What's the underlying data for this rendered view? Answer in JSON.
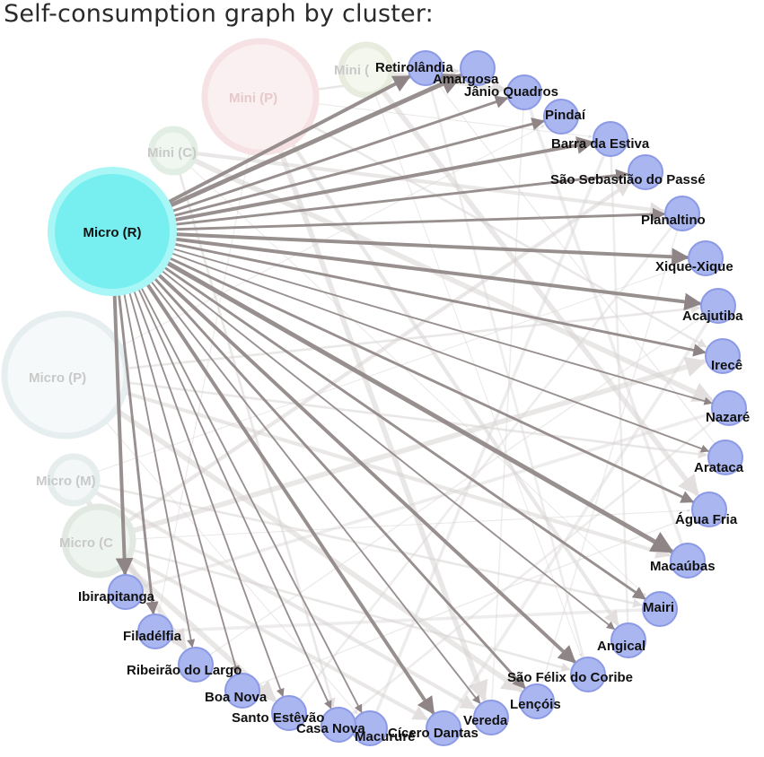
{
  "title": "Self-consumption graph by cluster:",
  "colors": {
    "hub_fill": "#77eff0",
    "hub_stroke": "#a9f6f6",
    "node_fill": "#aab6f0",
    "node_stroke": "#8c9ae6",
    "edge": "#8f8586",
    "edge_faint": "#d9d4d4",
    "label": "#111111"
  },
  "hub": {
    "label": "Micro (R)"
  },
  "faded_clusters": [
    {
      "id": "mini-p",
      "label": "Mini (P)"
    },
    {
      "id": "mini-top",
      "label": "Mini ("
    },
    {
      "id": "mini-c",
      "label": "Mini (C)"
    },
    {
      "id": "micro-p",
      "label": "Micro (P)"
    },
    {
      "id": "micro-m",
      "label": "Micro (M)"
    },
    {
      "id": "micro-c",
      "label": "Micro (C"
    }
  ],
  "municipalities": [
    {
      "label": "Retirolândia",
      "weight": 3
    },
    {
      "label": "Amargosa",
      "weight": 4
    },
    {
      "label": "Jânio Quadros",
      "weight": 2
    },
    {
      "label": "Pindaí",
      "weight": 2
    },
    {
      "label": "Barra da Estiva",
      "weight": 3
    },
    {
      "label": "São Sebastião do Passé",
      "weight": 2
    },
    {
      "label": "Planaltino",
      "weight": 2
    },
    {
      "label": "Xique-Xique",
      "weight": 3
    },
    {
      "label": "Acajutiba",
      "weight": 3
    },
    {
      "label": "Irecê",
      "weight": 2
    },
    {
      "label": "Nazaré",
      "weight": 1
    },
    {
      "label": "Arataca",
      "weight": 1
    },
    {
      "label": "Água Fria",
      "weight": 2
    },
    {
      "label": "Macaúbas",
      "weight": 4
    },
    {
      "label": "Mairi",
      "weight": 2
    },
    {
      "label": "Angical",
      "weight": 1
    },
    {
      "label": "São Félix do Coribe",
      "weight": 3
    },
    {
      "label": "Lençóis",
      "weight": 2
    },
    {
      "label": "Vereda",
      "weight": 1
    },
    {
      "label": "Cícero Dantas",
      "weight": 3
    },
    {
      "label": "Macururé",
      "weight": 1
    },
    {
      "label": "Casa Nova",
      "weight": 1
    },
    {
      "label": "Santo Estêvão",
      "weight": 1
    },
    {
      "label": "Boa Nova",
      "weight": 1
    },
    {
      "label": "Ribeirão do Largo",
      "weight": 1
    },
    {
      "label": "Filadélfia",
      "weight": 2
    },
    {
      "label": "Ibirapitanga",
      "weight": 3
    }
  ]
}
